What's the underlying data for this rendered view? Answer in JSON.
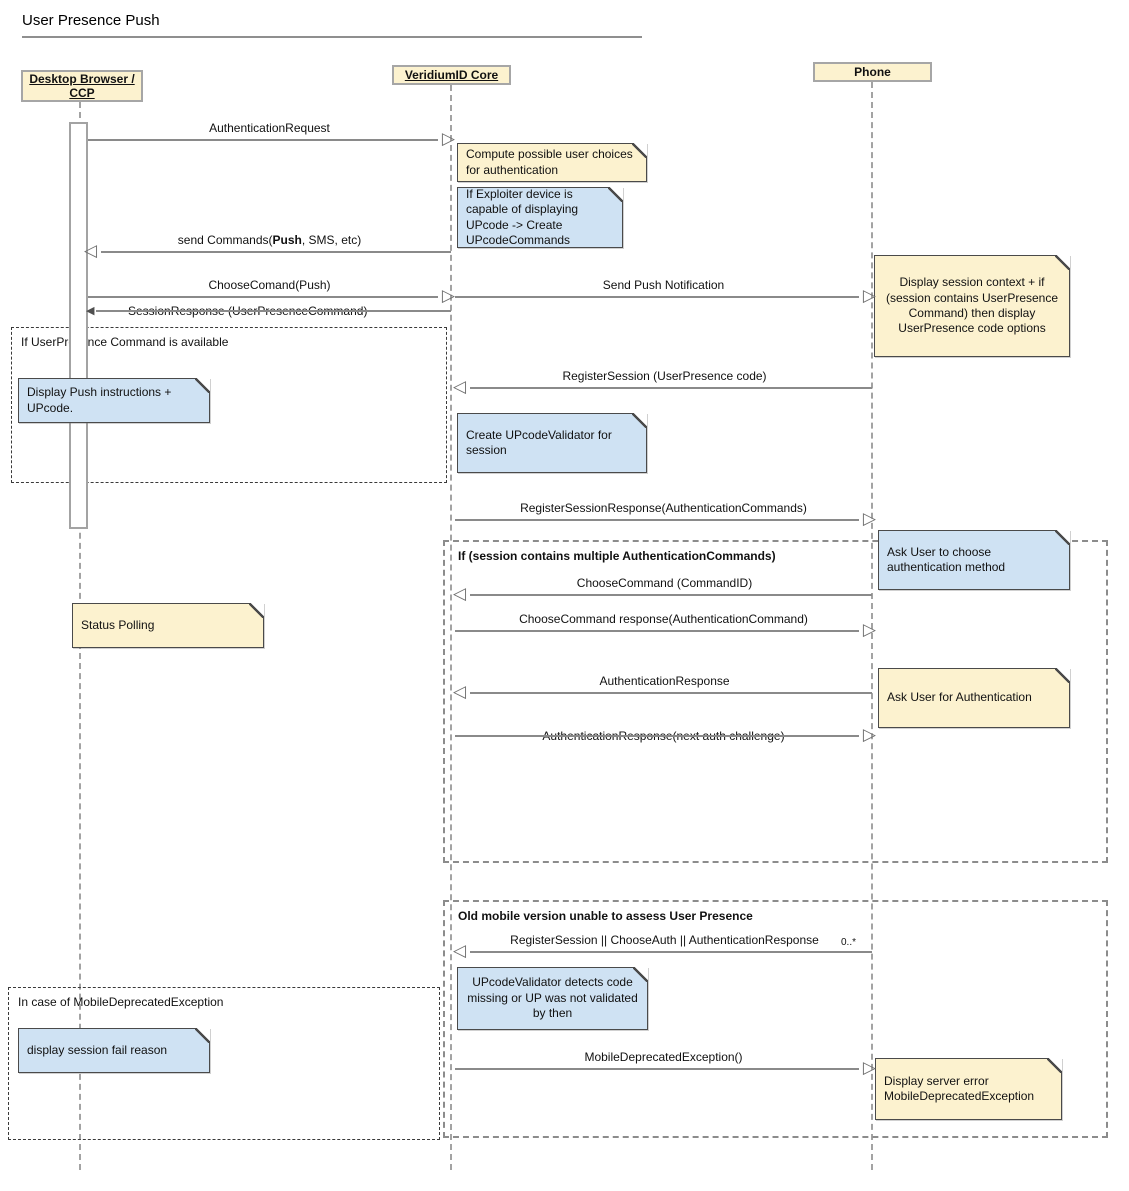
{
  "title": "User Presence Push",
  "actors": {
    "desktop": "Desktop Browser / CCP",
    "core": "VeridiumID Core",
    "phone": "Phone"
  },
  "fragments": {
    "user_presence_available": "If UserPresence Command is available",
    "multiple_auth_commands": "If (session contains multiple AuthenticationCommands)",
    "old_mobile": "Old mobile version unable to assess User Presence",
    "mobile_deprecated": "In case of MobileDeprecatedException"
  },
  "messages": {
    "authentication_request": "AuthenticationRequest",
    "send_commands_prefix": "send Commands(",
    "send_commands_bold": "Push",
    "send_commands_suffix": ", SMS, etc)",
    "choose_comand_push": "ChooseComand(Push)",
    "send_push_notification": "Send Push Notification",
    "session_response": "SessionResponse (UserPresenceCommand)",
    "register_session": "RegisterSession (UserPresence code)",
    "register_session_response": "RegisterSessionResponse(AuthenticationCommands)",
    "choose_command": "ChooseCommand (CommandID)",
    "choose_command_response": "ChooseCommand response(AuthenticationCommand)",
    "authentication_response": "AuthenticationResponse",
    "authentication_response_next": "AuthenticationResponse(next auth challenge)",
    "register_or_choose_or_auth": "RegisterSession || ChooseAuth || AuthenticationResponse",
    "multiplicity": "0..*",
    "mobile_deprecated_exception": "MobileDeprecatedException()"
  },
  "notes": {
    "compute_choices": "Compute possible user choices for authentication",
    "exploiter_device": "If Exploiter device is capable of displaying UPcode -> Create UPcodeCommands",
    "display_session_context": "Display session context + if (session contains UserPresence Command) then display UserPresence code options",
    "display_push_instructions": "Display Push instructions + UPcode.",
    "create_upcode_validator": "Create UPcodeValidator for session",
    "ask_user_choose": "Ask User to choose authentication method",
    "status_polling": "Status Polling",
    "ask_user_auth": "Ask User for Authentication",
    "upcode_validator_detects": "UPcodeValidator detects code missing or UP was not validated by then",
    "display_session_fail": "display session fail reason",
    "display_server_error": "Display server error MobileDeprecatedException"
  },
  "colors": {
    "note_yellow": "#FCF2CF",
    "note_blue": "#CFE2F3",
    "line_gray": "#8a8a8a"
  }
}
